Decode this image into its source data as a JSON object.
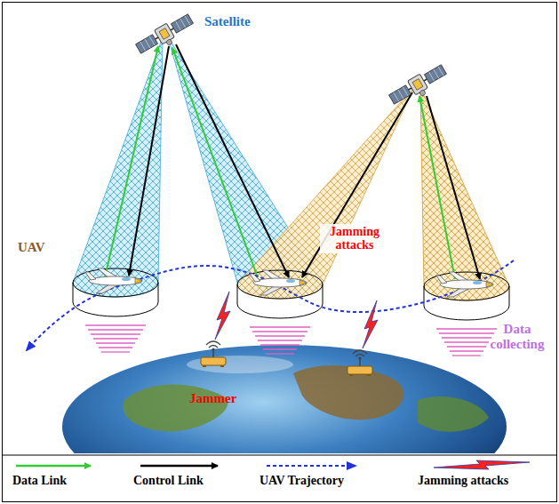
{
  "diagram": {
    "labels": [
      "Satellite",
      "UAV",
      "Jamming attacks",
      "Jammer",
      "Data collecting"
    ],
    "legend": [
      {
        "text": "Data Link"
      },
      {
        "text": "Control Link"
      },
      {
        "text": "UAV Trajectory"
      },
      {
        "text": "Jamming attacks"
      }
    ]
  }
}
